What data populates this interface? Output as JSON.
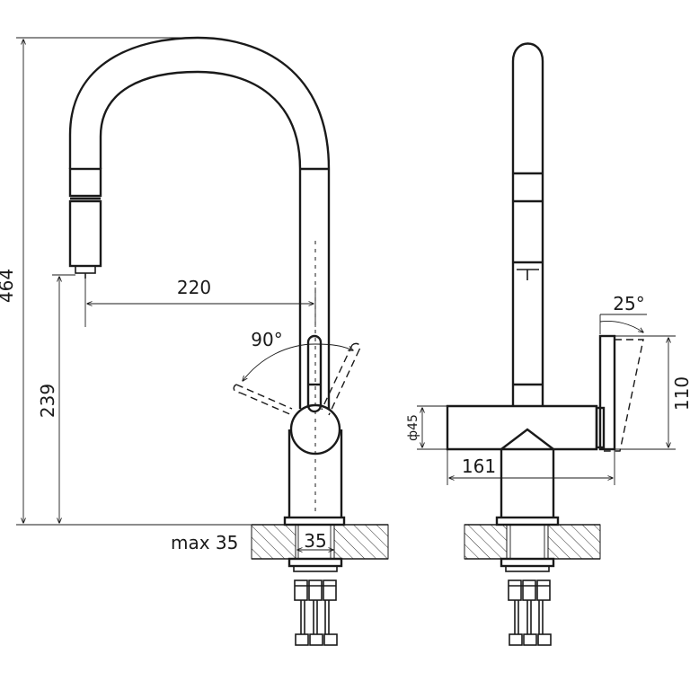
{
  "drawing": {
    "labels": {
      "height_total": "464",
      "height_spout": "239",
      "reach": "220",
      "handle_angle": "90°",
      "base_diameter": "35",
      "max_thickness": "max 35",
      "tilt_angle": "25°",
      "handle_height": "110",
      "body_diameter": "ф45",
      "body_length": "161"
    }
  }
}
